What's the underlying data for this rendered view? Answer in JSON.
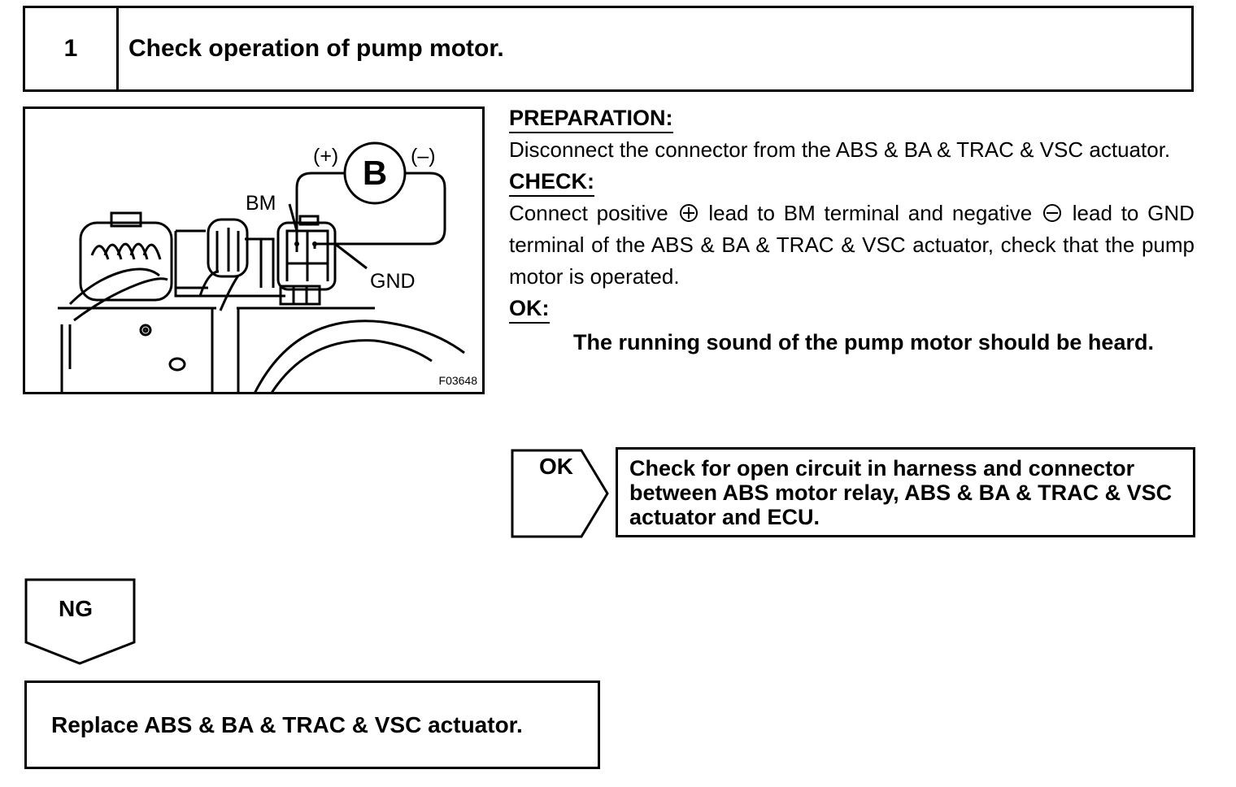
{
  "step": {
    "number": "1",
    "title": "Check operation of pump motor."
  },
  "figure": {
    "meter_label": "B",
    "plus_label": "(+)",
    "minus_label": "(–)",
    "bm_label": "BM",
    "gnd_label": "GND",
    "figure_code": "F03648"
  },
  "instructions": {
    "preparation_heading": "PREPARATION:",
    "preparation_text": "Disconnect the connector from the ABS & BA & TRAC & VSC actuator.",
    "check_heading": "CHECK:",
    "check_text_1": "Connect positive",
    "check_text_2": "lead to BM terminal and negative",
    "check_text_3": "lead to GND terminal of the ABS & BA & TRAC & VSC actuator, check that the pump motor is operated.",
    "ok_heading": "OK:",
    "ok_text": "The running sound of the pump motor should be heard."
  },
  "flow": {
    "ok_label": "OK",
    "ok_result": "Check for open circuit in harness and connector between ABS motor relay, ABS & BA & TRAC & VSC actuator and ECU.",
    "ng_label": "NG",
    "ng_result": "Replace ABS & BA & TRAC & VSC actuator."
  }
}
